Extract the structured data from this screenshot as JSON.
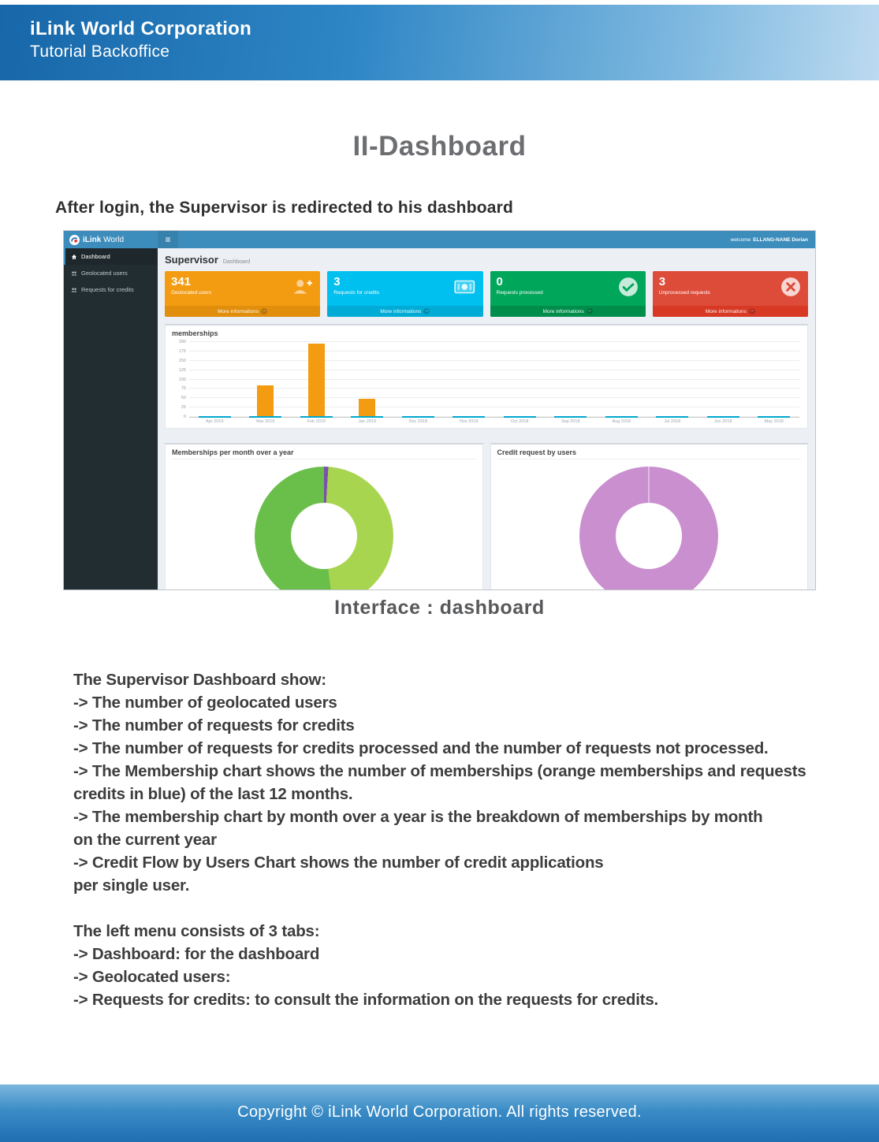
{
  "document": {
    "header": {
      "line1": "iLink World Corporation",
      "line2": "Tutorial Backoffice"
    },
    "title": "II-Dashboard",
    "intro": "After login, the Supervisor is redirected to his dashboard",
    "caption": "Interface : dashboard",
    "body_lines": [
      "The Supervisor Dashboard show:",
      "-> The number of geolocated users",
      "-> The number of requests for credits",
      "-> The number of requests for credits processed and the number of requests not processed.",
      "-> The Membership chart shows the number of memberships (orange memberships and requests",
      "credits in blue) of the last 12 months.",
      "-> The membership chart by month over a year is the breakdown of memberships by month",
      "on the current year",
      "-> Credit Flow by Users Chart shows the number of credit applications",
      "per single user.",
      "",
      "The left menu consists of 3 tabs:",
      "-> Dashboard: for the dashboard",
      "-> Geolocated users:",
      "-> Requests for credits: to consult the information on the requests for credits."
    ],
    "footer": "Copyright © iLink World Corporation. All rights reserved."
  },
  "app": {
    "topbar": {
      "brand_bold": "iLink",
      "brand_rest": "World",
      "menu_icon": "≡",
      "welcome_prefix": "welcome",
      "welcome_user": "ELLANG-NANE Dorian"
    },
    "sidebar": {
      "items": [
        {
          "label": "Dashboard",
          "icon": "home-icon",
          "active": true
        },
        {
          "label": "Geolocated users",
          "icon": "users-icon",
          "active": false
        },
        {
          "label": "Requests for credits",
          "icon": "users-icon",
          "active": false
        }
      ]
    },
    "heading": {
      "title": "Supervisor",
      "subtitle": "Dashboard"
    },
    "stat_cards": [
      {
        "value": "341",
        "label": "Geolocated users",
        "footer": "More informations",
        "color": "#f39c12",
        "footer_color": "#e08e0b",
        "icon": "user-plus-icon"
      },
      {
        "value": "3",
        "label": "Requests for credits",
        "footer": "More informations",
        "color": "#00c0ef",
        "footer_color": "#00acd6",
        "icon": "money-icon"
      },
      {
        "value": "0",
        "label": "Requests processed",
        "footer": "More informations",
        "color": "#00a65a",
        "footer_color": "#008d4c",
        "icon": "check-circle-icon"
      },
      {
        "value": "3",
        "label": "Unprocessed requests",
        "footer": "More informations",
        "color": "#dd4b39",
        "footer_color": "#d73925",
        "icon": "close-circle-icon"
      }
    ],
    "panels": {
      "memberships_title": "memberships",
      "donut1_title": "Memberships per month over a year",
      "donut2_title": "Credit request by users"
    }
  },
  "chart_data": [
    {
      "type": "bar",
      "name": "memberships",
      "title": "memberships",
      "categories": [
        "Apr 2019",
        "Mar 2019",
        "Feb 2019",
        "Jan 2019",
        "Dec 2018",
        "Nov 2018",
        "Oct 2018",
        "Sep 2018",
        "Aug 2018",
        "Jul 2018",
        "Jun 2018",
        "May 2018"
      ],
      "series": [
        {
          "name": "memberships",
          "color": "#f39c12",
          "values": [
            0,
            85,
            195,
            48,
            0,
            0,
            0,
            0,
            0,
            0,
            0,
            0
          ]
        },
        {
          "name": "requests in blue",
          "color": "#00a7d0",
          "values": [
            1,
            1,
            1,
            1,
            1,
            1,
            1,
            1,
            1,
            1,
            1,
            1
          ]
        }
      ],
      "ylim": [
        0,
        200
      ],
      "yticks": [
        0,
        25,
        50,
        75,
        100,
        125,
        150,
        175,
        200
      ],
      "grid": true,
      "legend": "none"
    },
    {
      "type": "pie",
      "name": "memberships_per_month_over_a_year",
      "title": "Memberships per month over a year",
      "donut": true,
      "slices": [
        {
          "value": 1,
          "color": "#7b52ab"
        },
        {
          "value": 47,
          "color": "#a8d54f"
        },
        {
          "value": 52,
          "color": "#6abf4b"
        }
      ]
    },
    {
      "type": "pie",
      "name": "credit_request_by_users",
      "title": "Credit request by users",
      "donut": true,
      "slices": [
        {
          "value": 100,
          "color": "#c98fcf"
        }
      ]
    }
  ]
}
